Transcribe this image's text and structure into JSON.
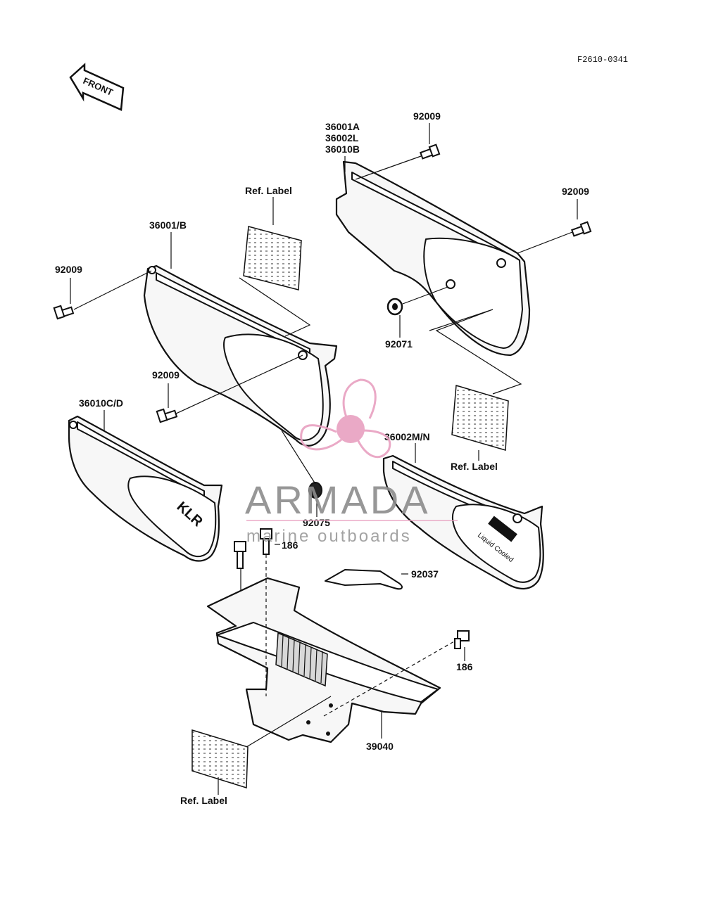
{
  "diagram_code": "F2610-0341",
  "front_arrow": {
    "label": "FRONT",
    "icon": "front-arrow-icon"
  },
  "parts": {
    "p36001A": "36001A",
    "p36002L": "36002L",
    "p36010B": "36010B",
    "p92009_a": "92009",
    "p92009_b": "92009",
    "p92009_c": "92009",
    "p92009_d": "92009",
    "p36001B": "36001/B",
    "p92071": "92071",
    "p36010CD": "36010C/D",
    "p36002MN": "36002M/N",
    "p92075": "92075",
    "p186_a": "186",
    "p186_b": "186",
    "p92037": "92037",
    "p39040": "39040"
  },
  "ref_labels": {
    "top": "Ref. Label",
    "right": "Ref. Label",
    "bottom": "Ref. Label"
  },
  "decals": {
    "left": "KLR",
    "right_sub": "Liquid Cooled"
  },
  "watermark": {
    "brand": "ARMADA",
    "tagline": "marine outboards",
    "accent": "#e8a0c0",
    "logo_icon": "propeller-logo-icon"
  }
}
